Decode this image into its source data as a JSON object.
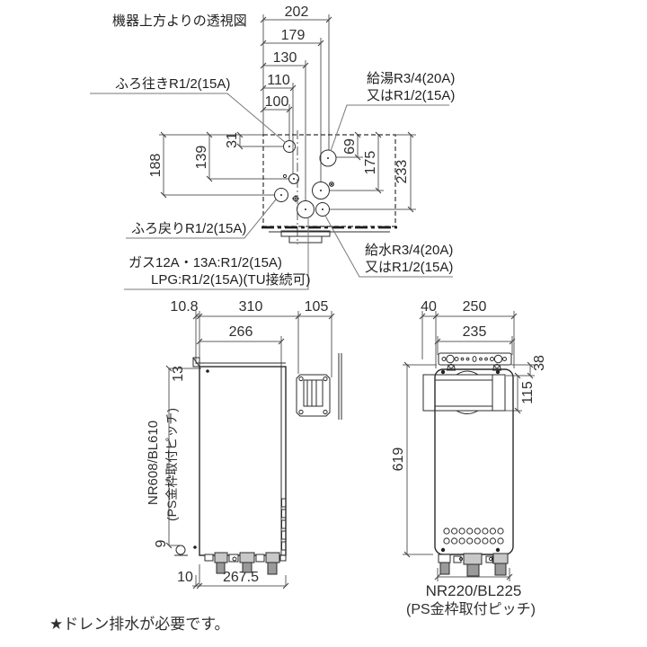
{
  "title": "機器上方よりの透視図",
  "note": "★ドレン排水が必要です。",
  "top": {
    "label_furo_iki": "ふろ往きR1/2(15A)",
    "label_kyuto1": "給湯R3/4(20A)",
    "label_kyuto2": "又はR1/2(15A)",
    "label_furo_modori": "ふろ戻りR1/2(15A)",
    "label_gas1": "ガス12A・13A:R1/2(15A)",
    "label_gas2": "LPG:R1/2(15A)(TU接続可)",
    "label_kyusui1": "給水R3/4(20A)",
    "label_kyusui2": "又はR1/2(15A)",
    "d202": "202",
    "d179": "179",
    "d130": "130",
    "d110": "110",
    "d100": "100",
    "d188": "188",
    "d139": "139",
    "d31": "31",
    "d69": "69",
    "d175": "175",
    "d233": "233"
  },
  "side": {
    "d108": "10.8",
    "d310": "310",
    "d105": "105",
    "d266": "266",
    "d13": "13",
    "d9": "9",
    "d10": "10",
    "d2675": "267.5",
    "pitch1": "NR608/BL610",
    "pitch2": "(PS金枠取付ピッチ)"
  },
  "front": {
    "d40": "40",
    "d250": "250",
    "d235": "235",
    "d38": "38",
    "d115": "115",
    "d619": "619",
    "pitch1": "NR220/BL225",
    "pitch2": "(PS金枠取付ピッチ)"
  }
}
